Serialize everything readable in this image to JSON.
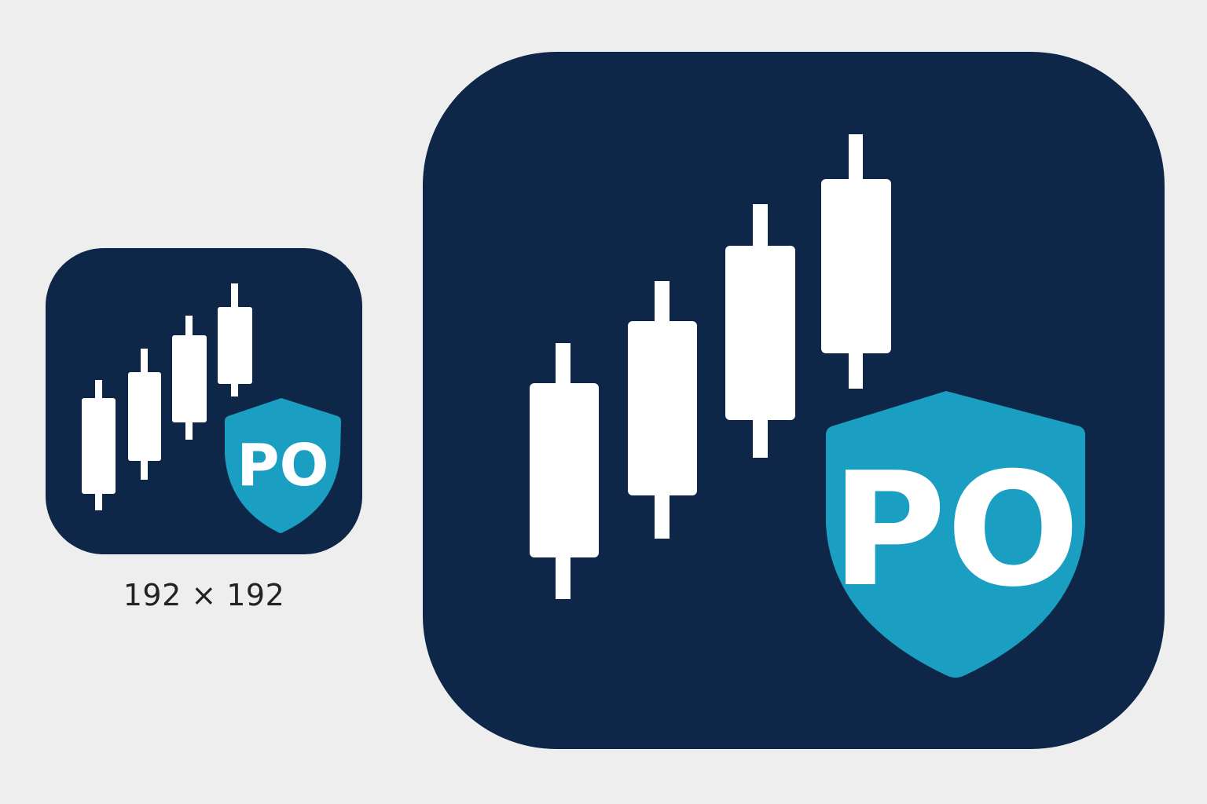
{
  "colors": {
    "background": "#eeeeee",
    "icon_background": "#0e2748",
    "candle": "#ffffff",
    "shield": "#1a9ec2",
    "shield_text": "#ffffff",
    "caption": "#222222"
  },
  "icons": [
    {
      "id": "small",
      "shield_label": "PO",
      "candlestick_icon": "candlestick-chart-icon",
      "shield_icon": "shield-icon"
    },
    {
      "id": "large",
      "shield_label": "PO",
      "candlestick_icon": "candlestick-chart-icon",
      "shield_icon": "shield-icon"
    }
  ],
  "caption": "192 × 192"
}
